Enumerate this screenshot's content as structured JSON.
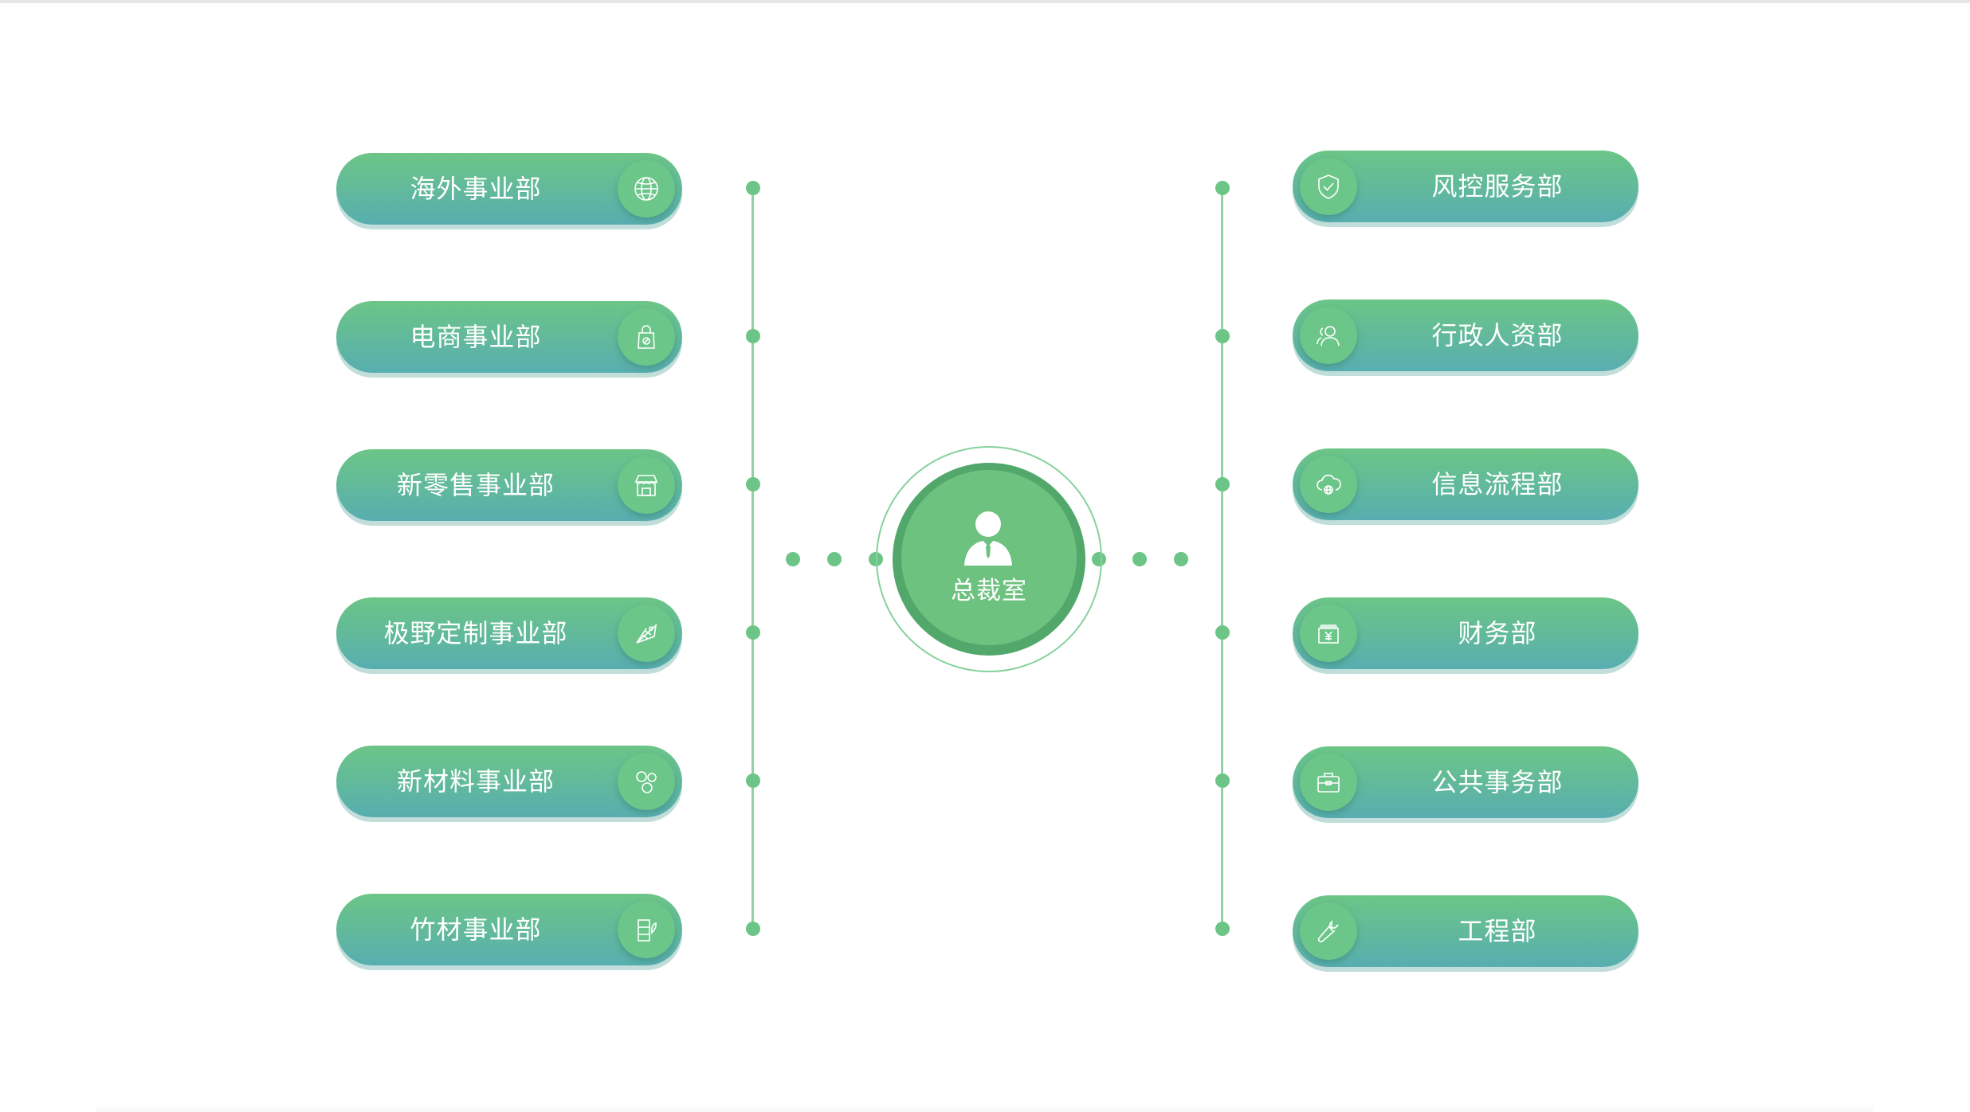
{
  "center": {
    "label": "总裁室",
    "icon": "executive-person-icon"
  },
  "left_departments": [
    {
      "label": "海外事业部",
      "icon": "globe-icon"
    },
    {
      "label": "电商事业部",
      "icon": "shopping-bag-icon"
    },
    {
      "label": "新零售事业部",
      "icon": "storefront-icon"
    },
    {
      "label": "极野定制事业部",
      "icon": "design-tools-icon"
    },
    {
      "label": "新材料事业部",
      "icon": "molecule-icon"
    },
    {
      "label": "竹材事业部",
      "icon": "bamboo-material-icon"
    }
  ],
  "right_departments": [
    {
      "label": "风控服务部",
      "icon": "shield-check-icon"
    },
    {
      "label": "行政人资部",
      "icon": "people-icon"
    },
    {
      "label": "信息流程部",
      "icon": "cloud-network-icon"
    },
    {
      "label": "财务部",
      "icon": "yen-cash-icon"
    },
    {
      "label": "公共事务部",
      "icon": "briefcase-icon"
    },
    {
      "label": "工程部",
      "icon": "wrench-icon"
    }
  ],
  "colors": {
    "pill_top": "#6cc586",
    "pill_bottom": "#58aeb0",
    "badge": "#6cc68a",
    "connector": "#8fd3a3",
    "center_outer": "#52a86a",
    "center_inner": "#6cc27e"
  }
}
